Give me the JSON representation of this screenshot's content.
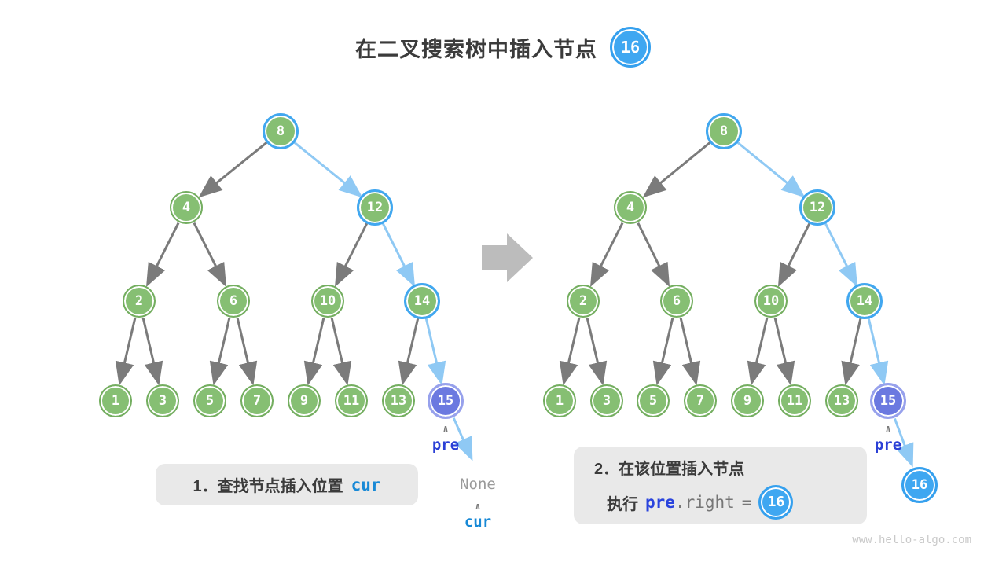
{
  "title": {
    "text": "在二叉搜索树中插入节点",
    "node_value": "16"
  },
  "tree_left": {
    "nodes": [
      "8",
      "4",
      "12",
      "2",
      "6",
      "10",
      "14",
      "1",
      "3",
      "5",
      "7",
      "9",
      "11",
      "13",
      "15"
    ],
    "pre_label": "pre",
    "none_label": "None",
    "cur_label": "cur"
  },
  "tree_right": {
    "nodes": [
      "8",
      "4",
      "12",
      "2",
      "6",
      "10",
      "14",
      "1",
      "3",
      "5",
      "7",
      "9",
      "11",
      "13",
      "15",
      "16"
    ],
    "pre_label": "pre"
  },
  "captions": {
    "step1": {
      "text": "1．查找节点插入位置",
      "code": "cur"
    },
    "step2": {
      "line1": "2．在该位置插入节点",
      "action": "执行",
      "code_pre": "pre",
      "code_member": ".right",
      "code_equals": "=",
      "node_value": "16"
    }
  },
  "icons": {
    "caret_up": "∧",
    "big_arrow": "block-arrow-right"
  },
  "watermark": "www.hello-algo.com",
  "colors": {
    "node_green": "#86bf73",
    "node_green_border": "#74ae60",
    "highlight_ring": "#41a7f0",
    "node_purple": "#6b79e0",
    "node_blue": "#3fa7f1",
    "edge_gray": "#7b7b7b",
    "edge_blue": "#8fc9f4",
    "label_pre": "#2a3fd6",
    "label_cur": "#1889d6",
    "caption_bg": "#e9e9e9",
    "text_dark": "#3b3b3b",
    "none_gray": "#9a9a9a",
    "watermark_gray": "#c9c9c9",
    "big_arrow": "#bcbcbc"
  }
}
